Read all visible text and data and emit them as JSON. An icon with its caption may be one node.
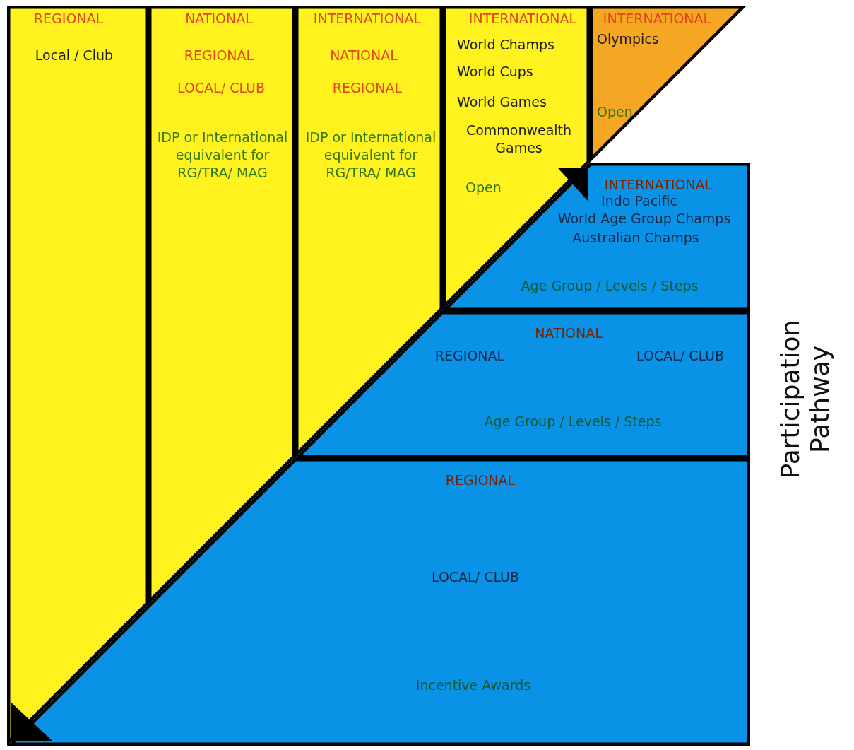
{
  "diagram": {
    "nodes": [
      {
        "text": [
          "REGIONAL",
          "Local / Club"
        ]
      },
      {
        "text": [
          "NATIONAL",
          "REGIONAL",
          "LOCAL/ CLUB",
          "IDP or International equivalent for RG/TRA/ MAG"
        ]
      },
      {
        "text": [
          "INTERNATIONAL",
          "NATIONAL",
          "REGIONAL",
          "IDP or International equivalent for RG/TRA/ MAG"
        ]
      },
      {
        "text": [
          "INTERNATIONAL",
          "World Champs",
          "World Cups",
          "World Games",
          "Commonwealth Games",
          "Open"
        ]
      },
      {
        "text": [
          "INTERNATIONAL",
          "Olympics",
          "Open"
        ]
      },
      {
        "text": [
          "INTERNATIONAL",
          "Indo Pacific",
          "World Age Group Champs",
          "Australian Champs",
          "Age Group / Levels / Steps"
        ]
      },
      {
        "text": [
          "NATIONAL",
          "REGIONAL",
          "LOCAL/ CLUB",
          "Age Group / Levels / Steps"
        ]
      },
      {
        "text": [
          "REGIONAL",
          "LOCAL/ CLUB",
          "Incentive Awards"
        ]
      }
    ],
    "edges": [],
    "labels": [
      "Participation Pathway"
    ]
  }
}
